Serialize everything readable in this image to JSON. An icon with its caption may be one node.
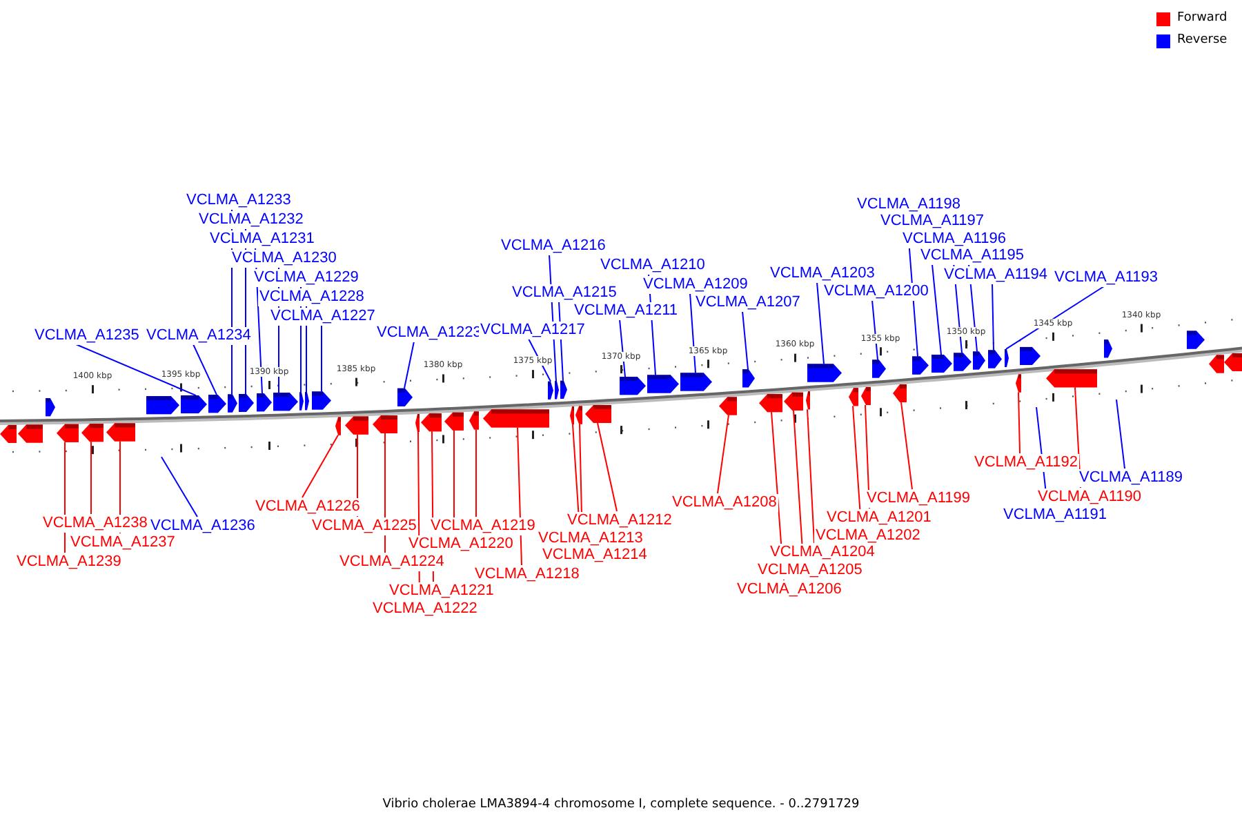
{
  "diagram": {
    "caption": "Vibrio cholerae LMA3894-4 chromosome I, complete sequence. - 0..2791729",
    "nodes": [
      {
        "text": [
          "VCLMA_A1233"
        ]
      },
      {
        "text": [
          "VCLMA_A1232"
        ]
      },
      {
        "text": [
          "VCLMA_A1231"
        ]
      },
      {
        "text": [
          "VCLMA_A1230"
        ]
      },
      {
        "text": [
          "VCLMA_A1229"
        ]
      },
      {
        "text": [
          "VCLMA_A1228"
        ]
      },
      {
        "text": [
          "VCLMA_A1227"
        ]
      },
      {
        "text": [
          "VCLMA_A1235"
        ]
      },
      {
        "text": [
          "VCLMA_A1234"
        ]
      },
      {
        "text": [
          "VCLMA_A1223"
        ]
      },
      {
        "text": [
          "VCLMA_A1216"
        ]
      },
      {
        "text": [
          "VCLMA_A1215"
        ]
      },
      {
        "text": [
          "VCLMA_A1217"
        ]
      },
      {
        "text": [
          "VCLMA_A1211"
        ]
      },
      {
        "text": [
          "VCLMA_A1210"
        ]
      },
      {
        "text": [
          "VCLMA_A1209"
        ]
      },
      {
        "text": [
          "VCLMA_A1207"
        ]
      },
      {
        "text": [
          "VCLMA_A1203"
        ]
      },
      {
        "text": [
          "VCLMA_A1200"
        ]
      },
      {
        "text": [
          "VCLMA_A1198"
        ]
      },
      {
        "text": [
          "VCLMA_A1197"
        ]
      },
      {
        "text": [
          "VCLMA_A1196"
        ]
      },
      {
        "text": [
          "VCLMA_A1195"
        ]
      },
      {
        "text": [
          "VCLMA_A1194"
        ]
      },
      {
        "text": [
          "VCLMA_A1193"
        ]
      },
      {
        "text": [
          "VCLMA_A1238"
        ]
      },
      {
        "text": [
          "VCLMA_A1237"
        ]
      },
      {
        "text": [
          "VCLMA_A1239"
        ]
      },
      {
        "text": [
          "VCLMA_A1236"
        ]
      },
      {
        "text": [
          "VCLMA_A1226"
        ]
      },
      {
        "text": [
          "VCLMA_A1225"
        ]
      },
      {
        "text": [
          "VCLMA_A1224"
        ]
      },
      {
        "text": [
          "VCLMA_A1221"
        ]
      },
      {
        "text": [
          "VCLMA_A1222"
        ]
      },
      {
        "text": [
          "VCLMA_A1220"
        ]
      },
      {
        "text": [
          "VCLMA_A1219"
        ]
      },
      {
        "text": [
          "VCLMA_A1218"
        ]
      },
      {
        "text": [
          "VCLMA_A1213"
        ]
      },
      {
        "text": [
          "VCLMA_A1214"
        ]
      },
      {
        "text": [
          "VCLMA_A1212"
        ]
      },
      {
        "text": [
          "VCLMA_A1208"
        ]
      },
      {
        "text": [
          "VCLMA_A1206"
        ]
      },
      {
        "text": [
          "VCLMA_A1205"
        ]
      },
      {
        "text": [
          "VCLMA_A1204"
        ]
      },
      {
        "text": [
          "VCLMA_A1202"
        ]
      },
      {
        "text": [
          "VCLMA_A1201"
        ]
      },
      {
        "text": [
          "VCLMA_A1199"
        ]
      },
      {
        "text": [
          "VCLMA_A1192"
        ]
      },
      {
        "text": [
          "VCLMA_A1190"
        ]
      },
      {
        "text": [
          "VCLMA_A1191"
        ]
      },
      {
        "text": [
          "VCLMA_A1189"
        ]
      },
      {
        "text": [],
        "shape": "pentagon"
      },
      {
        "text": [],
        "shape": "pentagon"
      },
      {
        "text": [],
        "shape": "pentagon"
      },
      {
        "text": [],
        "shape": "pentagon"
      },
      {
        "text": [],
        "shape": "pentagon"
      },
      {
        "text": [],
        "shape": "pentagon"
      },
      {
        "text": [],
        "shape": "pentagon"
      },
      {
        "text": [],
        "shape": "pentagon"
      },
      {
        "text": [],
        "shape": "pentagon"
      },
      {
        "text": [],
        "shape": "pentagon"
      },
      {
        "text": [],
        "shape": "pentagon"
      },
      {
        "text": [],
        "shape": "pentagon"
      },
      {
        "text": [],
        "shape": "pentagon"
      },
      {
        "text": [],
        "shape": "pentagon"
      },
      {
        "text": [],
        "shape": "pentagon"
      },
      {
        "text": [],
        "shape": "pentagon"
      },
      {
        "text": [],
        "shape": "pentagon"
      },
      {
        "text": [],
        "shape": "pentagon"
      },
      {
        "text": [],
        "shape": "pentagon"
      },
      {
        "text": [],
        "shape": "pentagon"
      },
      {
        "text": [],
        "shape": "pentagon"
      },
      {
        "text": [],
        "shape": "pentagon"
      },
      {
        "text": [],
        "shape": "pentagon"
      },
      {
        "text": [],
        "shape": "pentagon"
      },
      {
        "text": [],
        "shape": "pentagon"
      },
      {
        "text": [],
        "shape": "pentagon"
      },
      {
        "text": [],
        "shape": "pentagon"
      },
      {
        "text": [],
        "shape": "pentagon"
      },
      {
        "text": [],
        "shape": "pentagon"
      },
      {
        "text": [],
        "shape": "pentagon"
      },
      {
        "text": [],
        "shape": "pentagon"
      },
      {
        "text": [],
        "shape": "pentagon"
      },
      {
        "text": [],
        "shape": "pentagon"
      },
      {
        "text": [],
        "shape": "pentagon"
      },
      {
        "text": [],
        "shape": "pentagon"
      },
      {
        "text": [],
        "shape": "pentagon"
      },
      {
        "text": [],
        "shape": "pentagon"
      },
      {
        "text": [],
        "shape": "pentagon"
      },
      {
        "text": [],
        "shape": "pentagon"
      },
      {
        "text": [],
        "shape": "pentagon"
      },
      {
        "text": [],
        "shape": "pentagon"
      },
      {
        "text": [],
        "shape": "pentagon"
      },
      {
        "text": [],
        "shape": "pentagon"
      },
      {
        "text": [],
        "shape": "pentagon"
      },
      {
        "text": [],
        "shape": "pentagon"
      },
      {
        "text": [],
        "shape": "pentagon"
      },
      {
        "text": [],
        "shape": "pentagon"
      },
      {
        "text": [],
        "shape": "pentagon"
      },
      {
        "text": [],
        "shape": "pentagon"
      },
      {
        "text": [],
        "shape": "pentagon"
      },
      {
        "text": [],
        "shape": "pentagon"
      },
      {
        "text": [],
        "shape": "pentagon"
      },
      {
        "text": [],
        "shape": "pentagon"
      },
      {
        "text": [],
        "shape": "pentagon"
      },
      {
        "text": [],
        "shape": "pentagon"
      },
      {
        "text": [],
        "shape": "pentagon"
      },
      {
        "text": [],
        "shape": "pentagon"
      }
    ],
    "edges": [
      {
        "from": 0,
        "to": 55,
        "arrow": "none"
      },
      {
        "from": 1,
        "to": 56,
        "arrow": "none"
      },
      {
        "from": 2,
        "to": 57,
        "arrow": "none"
      },
      {
        "from": 3,
        "to": 58,
        "arrow": "none"
      },
      {
        "from": 4,
        "to": 59,
        "arrow": "none"
      },
      {
        "from": 5,
        "to": 60,
        "arrow": "none"
      },
      {
        "from": 6,
        "to": 61,
        "arrow": "none"
      },
      {
        "from": 7,
        "to": 53,
        "arrow": "none"
      },
      {
        "from": 8,
        "to": 54,
        "arrow": "none"
      },
      {
        "from": 9,
        "to": 62,
        "arrow": "none"
      },
      {
        "from": 10,
        "to": 64,
        "arrow": "none"
      },
      {
        "from": 11,
        "to": 65,
        "arrow": "none"
      },
      {
        "from": 12,
        "to": 63,
        "arrow": "none"
      },
      {
        "from": 13,
        "to": 66,
        "arrow": "none"
      },
      {
        "from": 14,
        "to": 67,
        "arrow": "none"
      },
      {
        "from": 15,
        "to": 68,
        "arrow": "none"
      },
      {
        "from": 16,
        "to": 69,
        "arrow": "none"
      },
      {
        "from": 17,
        "to": 70,
        "arrow": "none"
      },
      {
        "from": 18,
        "to": 71,
        "arrow": "none"
      },
      {
        "from": 19,
        "to": 72,
        "arrow": "none"
      },
      {
        "from": 20,
        "to": 73,
        "arrow": "none"
      },
      {
        "from": 21,
        "to": 74,
        "arrow": "none"
      },
      {
        "from": 22,
        "to": 75,
        "arrow": "none"
      },
      {
        "from": 23,
        "to": 76,
        "arrow": "none"
      },
      {
        "from": 24,
        "to": 77,
        "arrow": "none"
      },
      {
        "from": 25,
        "to": 84,
        "arrow": "none",
        "color": "#ff0000"
      },
      {
        "from": 26,
        "to": 85,
        "arrow": "none",
        "color": "#ff0000"
      },
      {
        "from": 27,
        "to": 83,
        "arrow": "none",
        "color": "#ff0000"
      },
      {
        "from": 28,
        "to": null,
        "arrow": "none"
      },
      {
        "from": 29,
        "to": 86,
        "arrow": "none",
        "color": "#ff0000"
      },
      {
        "from": 30,
        "to": 87,
        "arrow": "none",
        "color": "#ff0000"
      },
      {
        "from": 31,
        "to": 88,
        "arrow": "none",
        "color": "#ff0000"
      },
      {
        "from": 32,
        "to": 90,
        "arrow": "none",
        "color": "#ff0000"
      },
      {
        "from": 33,
        "to": 89,
        "arrow": "none",
        "color": "#ff0000"
      },
      {
        "from": 34,
        "to": 91,
        "arrow": "none",
        "color": "#ff0000"
      },
      {
        "from": 35,
        "to": 92,
        "arrow": "none",
        "color": "#ff0000"
      },
      {
        "from": 36,
        "to": 93,
        "arrow": "none",
        "color": "#ff0000"
      },
      {
        "from": 37,
        "to": 94,
        "arrow": "none",
        "color": "#ff0000"
      },
      {
        "from": 38,
        "to": 95,
        "arrow": "none",
        "color": "#ff0000"
      },
      {
        "from": 39,
        "to": 96,
        "arrow": "none",
        "color": "#ff0000"
      },
      {
        "from": 40,
        "to": 97,
        "arrow": "none",
        "color": "#ff0000"
      },
      {
        "from": 41,
        "to": 98,
        "arrow": "none",
        "color": "#ff0000"
      },
      {
        "from": 42,
        "to": 99,
        "arrow": "none",
        "color": "#ff0000"
      },
      {
        "from": 43,
        "to": 100,
        "arrow": "none",
        "color": "#ff0000"
      },
      {
        "from": 44,
        "to": 101,
        "arrow": "none",
        "color": "#ff0000"
      },
      {
        "from": 45,
        "to": 102,
        "arrow": "none",
        "color": "#ff0000"
      },
      {
        "from": 46,
        "to": 103,
        "arrow": "none",
        "color": "#ff0000"
      },
      {
        "from": 47,
        "to": 104,
        "arrow": "none",
        "color": "#ff0000"
      },
      {
        "from": 48,
        "to": 105,
        "arrow": "none",
        "color": "#ff0000"
      },
      {
        "from": 49,
        "to": null,
        "arrow": "none"
      },
      {
        "from": 50,
        "to": null,
        "arrow": "none"
      }
    ],
    "labels": [
      "1400 kbp",
      "1395 kbp",
      "1390 kbp",
      "1385 kbp",
      "1380 kbp",
      "1375 kbp",
      "1370 kbp",
      "1365 kbp",
      "1360 kbp",
      "1355 kbp",
      "1350 kbp",
      "1345 kbp",
      "1340 kbp"
    ],
    "legend": [
      {
        "text": "Forward",
        "color": "#ff0000"
      },
      {
        "text": "Reverse",
        "color": "#0000ff"
      }
    ]
  }
}
